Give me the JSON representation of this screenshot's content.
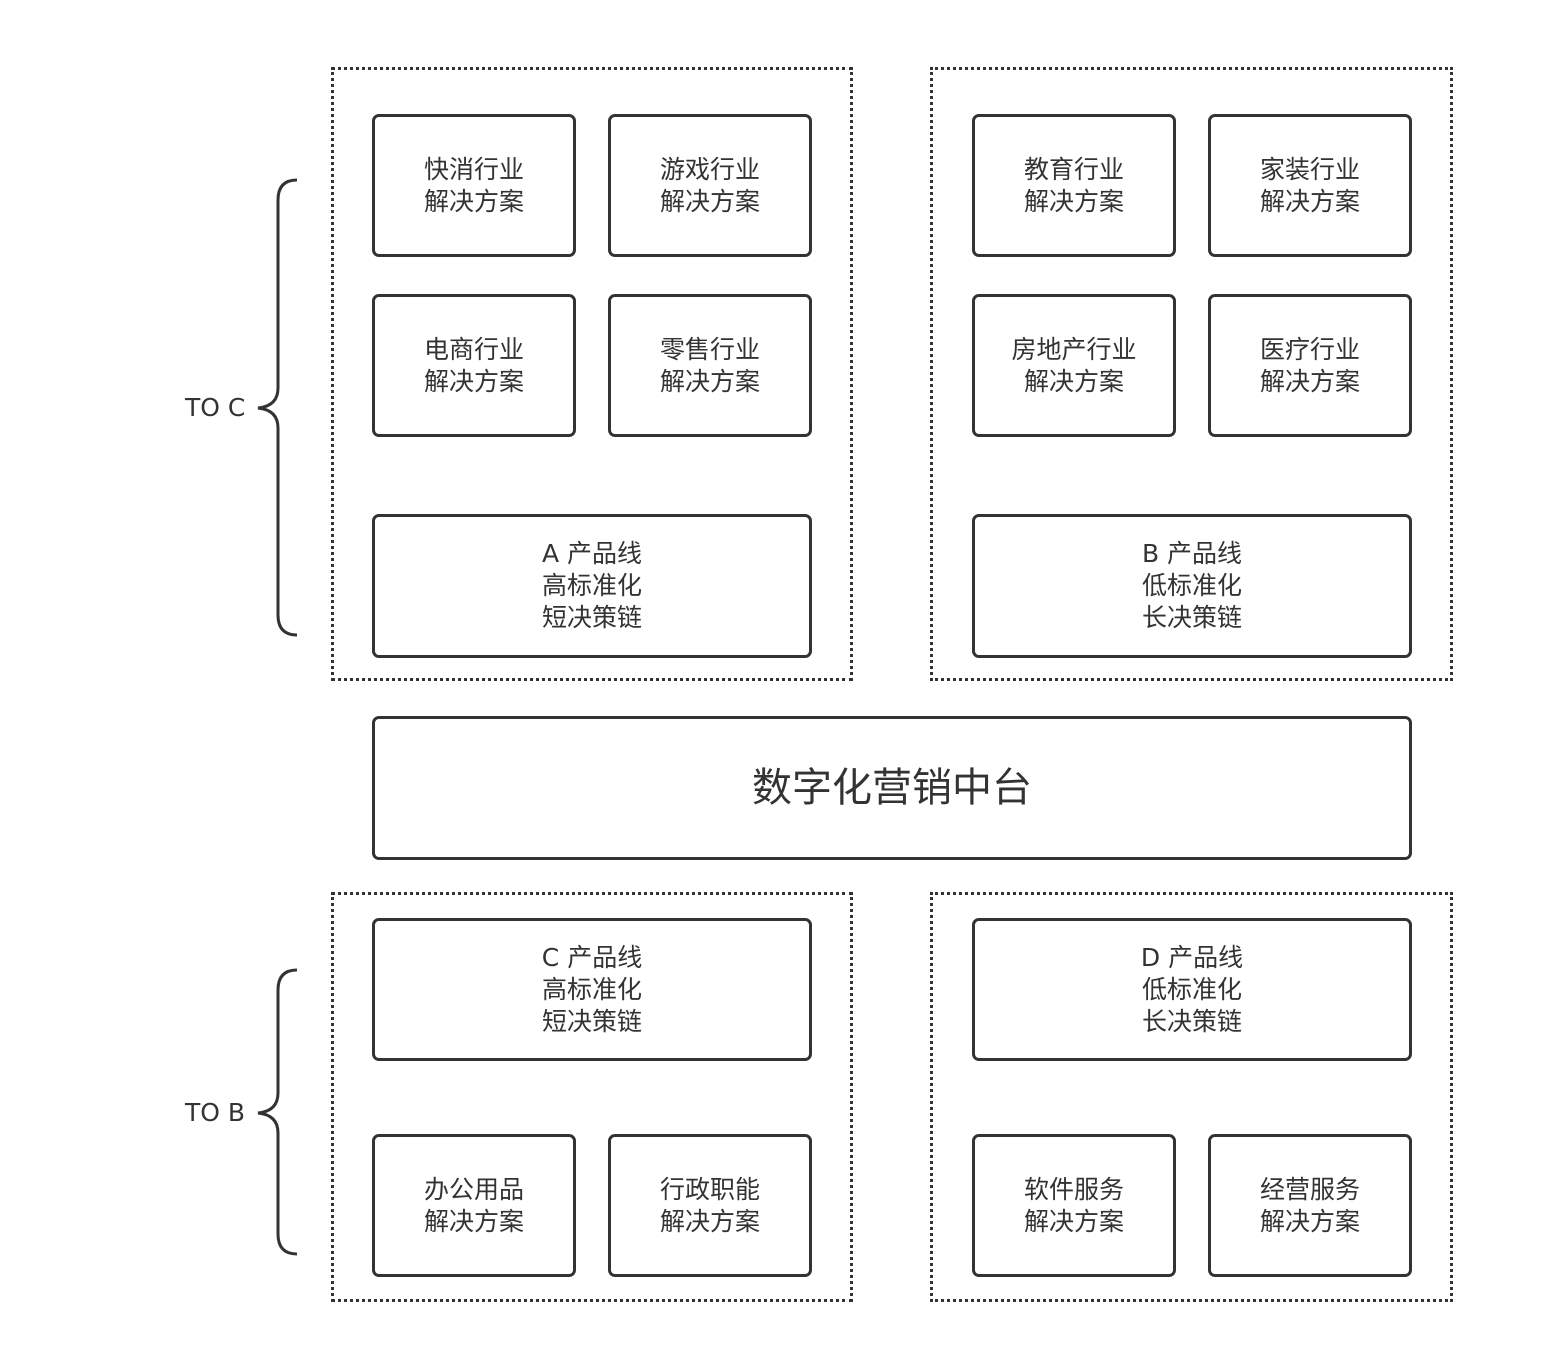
{
  "side_labels": {
    "to_c": "TO C",
    "to_b": "TO B"
  },
  "top_left": {
    "solutions": [
      {
        "line1": "快消行业",
        "line2": "解决方案"
      },
      {
        "line1": "游戏行业",
        "line2": "解决方案"
      },
      {
        "line1": "电商行业",
        "line2": "解决方案"
      },
      {
        "line1": "零售行业",
        "line2": "解决方案"
      }
    ],
    "product_line": {
      "line1": "A 产品线",
      "line2": "高标准化",
      "line3": "短决策链"
    }
  },
  "top_right": {
    "solutions": [
      {
        "line1": "教育行业",
        "line2": "解决方案"
      },
      {
        "line1": "家装行业",
        "line2": "解决方案"
      },
      {
        "line1": "房地产行业",
        "line2": "解决方案"
      },
      {
        "line1": "医疗行业",
        "line2": "解决方案"
      }
    ],
    "product_line": {
      "line1": "B 产品线",
      "line2": "低标准化",
      "line3": "长决策链"
    }
  },
  "platform": {
    "label": "数字化营销中台"
  },
  "bottom_left": {
    "product_line": {
      "line1": "C 产品线",
      "line2": "高标准化",
      "line3": "短决策链"
    },
    "solutions": [
      {
        "line1": "办公用品",
        "line2": "解决方案"
      },
      {
        "line1": "行政职能",
        "line2": "解决方案"
      }
    ]
  },
  "bottom_right": {
    "product_line": {
      "line1": "D 产品线",
      "line2": "低标准化",
      "line3": "长决策链"
    },
    "solutions": [
      {
        "line1": "软件服务",
        "line2": "解决方案"
      },
      {
        "line1": "经营服务",
        "line2": "解决方案"
      }
    ]
  }
}
